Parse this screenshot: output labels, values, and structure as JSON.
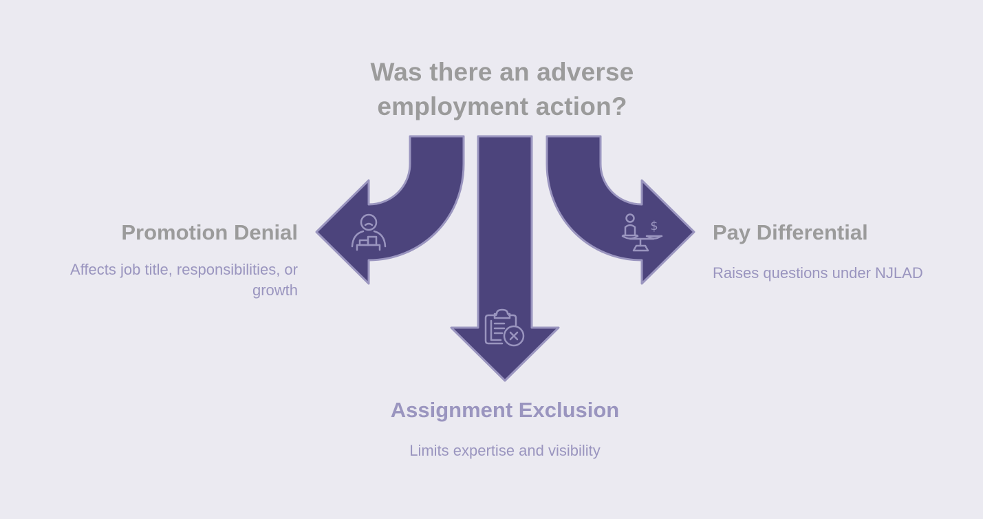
{
  "diagram": {
    "question": "Was there an adverse employment action?",
    "colors": {
      "background": "#ebeaf1",
      "arrow_fill": "#4c447c",
      "arrow_stroke": "#9a95bf",
      "icon_stroke": "#9a95bf",
      "title_text": "#9b9b9b",
      "description_text": "#9a95bf"
    },
    "branches": [
      {
        "id": "left",
        "title": "Promotion Denial",
        "description": "Affects job title, responsibilities, or growth",
        "icon": "person-with-podium-icon",
        "direction": "left"
      },
      {
        "id": "center",
        "title": "Assignment Exclusion",
        "description": "Limits expertise and visibility",
        "icon": "clipboard-x-icon",
        "direction": "down"
      },
      {
        "id": "right",
        "title": "Pay Differential",
        "description": "Raises questions under NJLAD",
        "icon": "person-dollar-scale-icon",
        "direction": "right"
      }
    ]
  }
}
